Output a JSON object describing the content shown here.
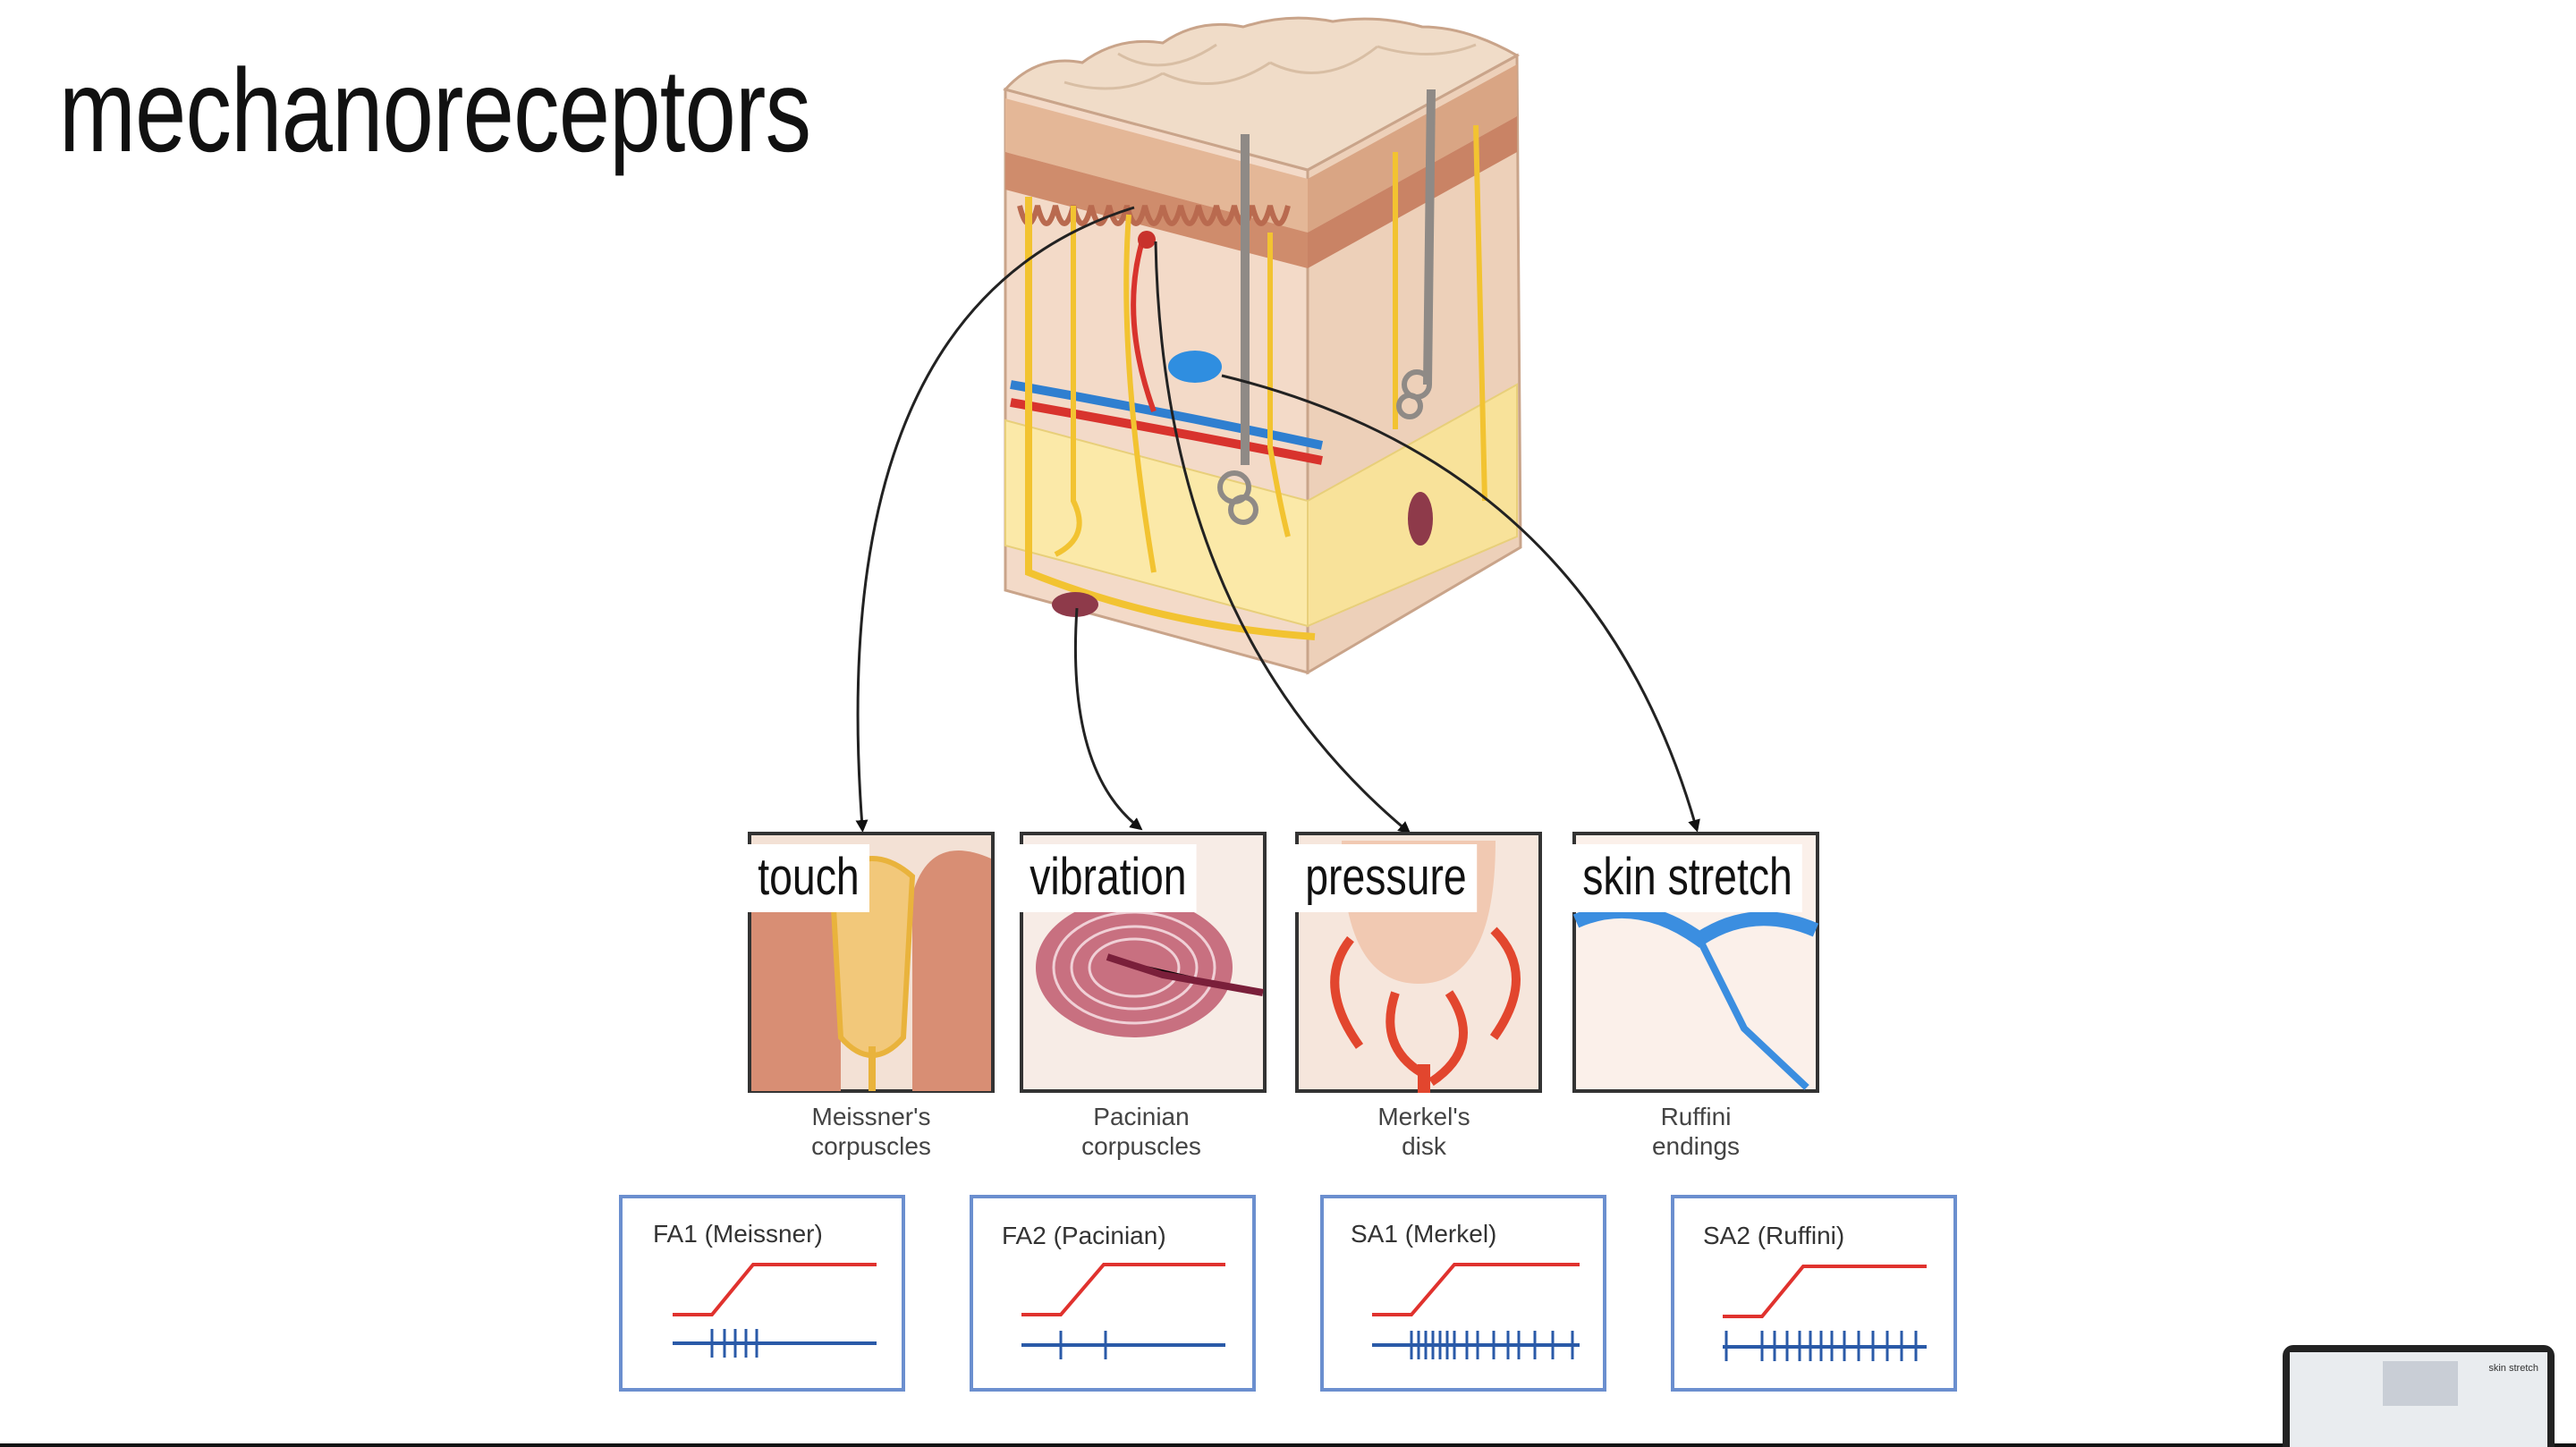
{
  "slide": {
    "title": "mechanoreceptors"
  },
  "receptors": [
    {
      "tag": "touch",
      "caption_1": "Meissner's",
      "caption_2": "corpuscles",
      "response_title": "FA1 (Meissner)"
    },
    {
      "tag": "vibration",
      "caption_1": "Pacinian",
      "caption_2": "corpuscles",
      "response_title": "FA2 (Pacinian)"
    },
    {
      "tag": "pressure",
      "caption_1": "Merkel's",
      "caption_2": "disk",
      "response_title": "SA1 (Merkel)"
    },
    {
      "tag": "skin stretch",
      "caption_1": "Ruffini",
      "caption_2": "endings",
      "response_title": "SA2 (Ruffini)"
    }
  ],
  "thumbnail": {
    "text": "skin stretch"
  },
  "colors": {
    "stimulus_line": "#e0322e",
    "spike_line": "#2a5aa8",
    "panel_border": "#6b8fcf",
    "skin_top": "#f0dcc8",
    "dermis": "#f3d9c6",
    "fat": "#fbe9a8",
    "nerve": "#f2c331"
  }
}
